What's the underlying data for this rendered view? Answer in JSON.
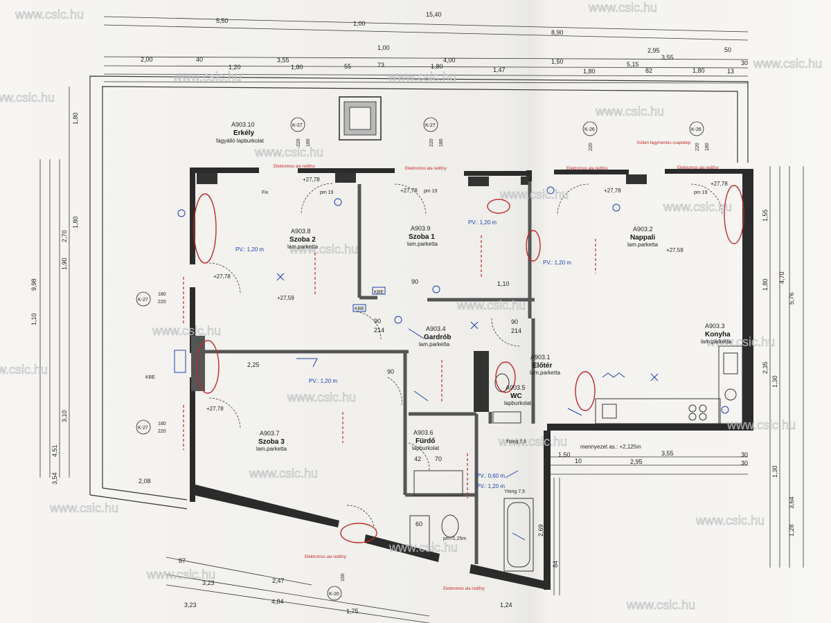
{
  "watermark": "www.csic.hu",
  "top_dimensions": {
    "row1": [
      "5,50",
      "15,40",
      "1,00",
      "8,90"
    ],
    "row2": [
      "2,00",
      "40",
      "3,55",
      "1,00",
      "2,95",
      "3,55",
      "50"
    ],
    "row3": [
      "1,20",
      "1,80",
      "55",
      "73",
      "4,00",
      "1,50",
      "5,15",
      "30"
    ],
    "row4": [
      "1,80",
      "1,47",
      "1,80",
      "82",
      "1,80",
      "13"
    ]
  },
  "left_dimensions": [
    "1,80",
    "1,80",
    "2,70",
    "1,90",
    "9,98",
    "1,10",
    "3,10",
    "4,51",
    "3,54"
  ],
  "right_dimensions": [
    "1,55",
    "4,70",
    "1,80",
    "5,76",
    "2,35",
    "1,30",
    "1,30",
    "3,64",
    "1,28"
  ],
  "bottom_dimensions": [
    "87",
    "3,23",
    "2,47",
    "3,23",
    "4,84",
    "1,75",
    "1,24",
    "2,08"
  ],
  "rooms": [
    {
      "code": "A903.10",
      "name": "Erkély",
      "floor": "fagyálló lapburkolat"
    },
    {
      "code": "A903.8",
      "name": "Szoba 2",
      "floor": "lam.parketta"
    },
    {
      "code": "A903.9",
      "name": "Szoba 1",
      "floor": "lam.parketta"
    },
    {
      "code": "A903.2",
      "name": "Nappali",
      "floor": "lam.parketta"
    },
    {
      "code": "A903.4",
      "name": "Gardrób",
      "floor": "lam.parketta"
    },
    {
      "code": "A903.3",
      "name": "Konyha",
      "floor": "lam.parketta"
    },
    {
      "code": "A903.1",
      "name": "Előtér",
      "floor": "lam.parketta"
    },
    {
      "code": "A903.5",
      "name": "WC",
      "floor": "lapburkolat"
    },
    {
      "code": "A903.7",
      "name": "Szoba 3",
      "floor": "lam.parketta"
    },
    {
      "code": "A903.6",
      "name": "Fürdő",
      "floor": "lapburkolat"
    }
  ],
  "notes": {
    "pv_120": "PV.: 1,20 m",
    "pv_060": "PV.: 0,60 m",
    "pv_120b": "PV.: 1,20 m",
    "level_2778": "+27,78",
    "level_2759": "+27,59",
    "parapet": "+2,125m",
    "menny": "mennyezet as.: +2,125m",
    "elektro": "Elektromos ala redőny",
    "kulteri": "Kültéri fagymentes csaptelep",
    "ytong": "Ytong 7,5",
    "pm": "pm=1,25m",
    "pm19": "pm 19",
    "fix": "Fix",
    "kbe": "KBE"
  },
  "codes": {
    "k27": "K-27",
    "k26": "K-26",
    "k20": "K-20",
    "n180": "180",
    "n220": "220",
    "n150": "150"
  },
  "interior_dims": {
    "d225": "2,25",
    "d110": "1,10",
    "d90": "90",
    "d214": "214",
    "d42": "42",
    "d70": "70",
    "d60": "60",
    "d269": "2,69",
    "d84": "84",
    "d150": "1,50",
    "d10": "10",
    "d295": "2,95",
    "d355": "3,55",
    "d30": "30"
  },
  "colors": {
    "wall": "#2b2b2b",
    "ink": "#1a1a1a",
    "blue": "#1a3fb0",
    "red": "#c0282b",
    "paper": "#f4f3f0"
  }
}
